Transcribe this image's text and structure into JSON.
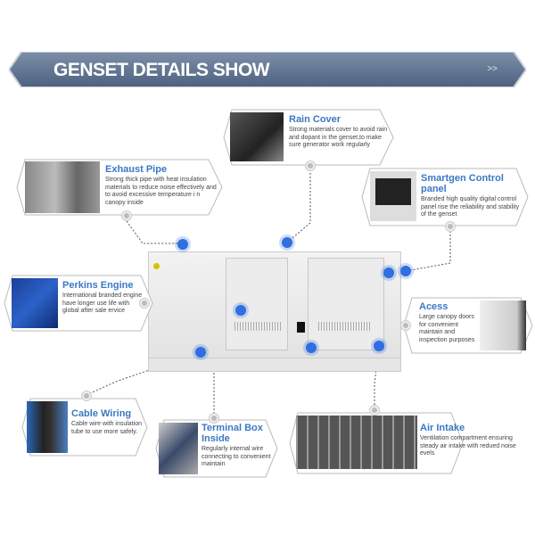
{
  "banner": {
    "title": "GENSET DETAILS SHOW",
    "more": ">>"
  },
  "colors": {
    "banner": "#5a6f8c",
    "accent": "#3a78c4",
    "dot": "#2f6fe0"
  },
  "cards": {
    "rain": {
      "title": "Rain Cover",
      "text": "Strong materials cover to avoid rain and dopant in the genset,to make sure generator work regularly"
    },
    "exhaust": {
      "title": "Exhaust Pipe",
      "text": "Strong thick pipe with heat insulation materials to reduce noise effectively and to avoid excessive temperature i n canopy inside"
    },
    "smartgen": {
      "title": "Smartgen Control panel",
      "text": "Branded high quality digital control panel rise the reliability and stability of the genset"
    },
    "perkins": {
      "title": "Perkins Engine",
      "text": "International branded engine have longer use life with global after sale ervice"
    },
    "access": {
      "title": "Acess",
      "text": "Large canopy doors for convenient maintain and inspection purposes"
    },
    "cable": {
      "title": "Cable Wiring",
      "text": "Cable wire with insulation tube to use more safely."
    },
    "terminal": {
      "title": "Terminal Box Inside",
      "text": "Regularly internal wire connecting to convenient maintain"
    },
    "air": {
      "title": "Air Intake",
      "text": "Ventilation compartment ensuring steady air intake with redued noise evels"
    }
  }
}
